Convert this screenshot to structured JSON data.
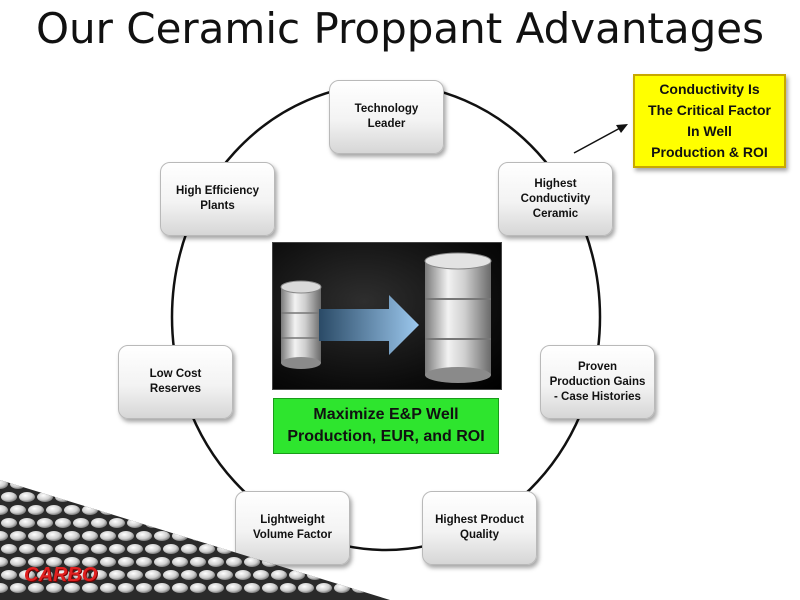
{
  "title": "Our Ceramic Proppant Advantages",
  "nodes": [
    {
      "id": "technology-leader",
      "label": "Technology\nLeader"
    },
    {
      "id": "highest-conductivity-ceramic",
      "label": "Highest\nConductivity\nCeramic"
    },
    {
      "id": "proven-production-gains",
      "label": "Proven\nProduction Gains\n- Case Histories"
    },
    {
      "id": "highest-product-quality",
      "label": "Highest Product\nQuality"
    },
    {
      "id": "lightweight-volume-factor",
      "label": "Lightweight\nVolume Factor"
    },
    {
      "id": "low-cost-reserves",
      "label": "Low Cost\nReserves"
    },
    {
      "id": "high-efficiency-plants",
      "label": "High Efficiency\nPlants"
    }
  ],
  "center": {
    "label": "Maximize E&P Well\nProduction, EUR, and ROI",
    "icon": "barrel-growth-illustration"
  },
  "callout": {
    "label": "Conductivity Is\nThe Critical Factor\nIn  Well\nProduction & ROI"
  },
  "logo": {
    "text": "CARBO"
  },
  "colors": {
    "center_label_bg": "#2ee52e",
    "callout_bg": "#ffff00",
    "logo": "#e02020"
  }
}
